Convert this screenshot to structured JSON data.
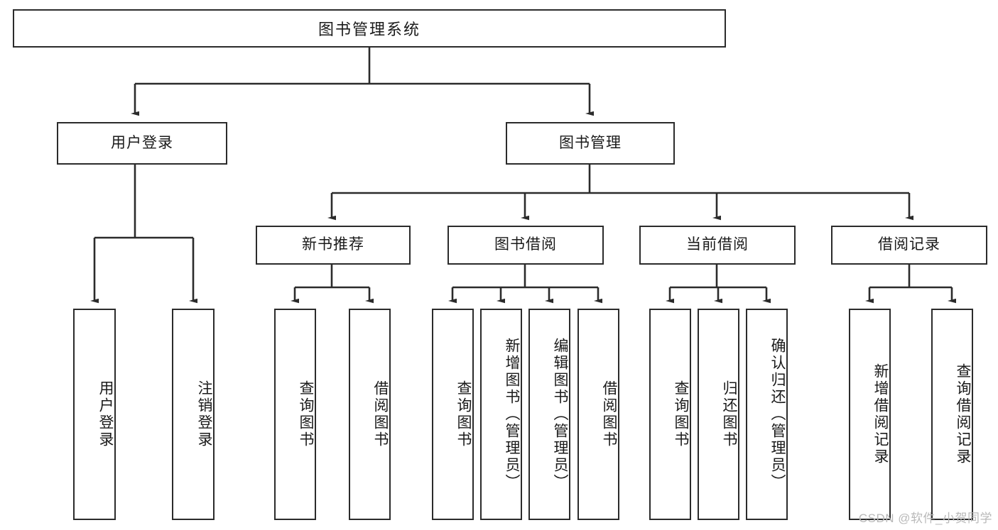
{
  "diagram": {
    "title": "图书管理系统",
    "root": {
      "label": "图书管理系统"
    },
    "level2": [
      {
        "label": "用户登录"
      },
      {
        "label": "图书管理"
      }
    ],
    "level3": [
      {
        "label": "新书推荐"
      },
      {
        "label": "图书借阅"
      },
      {
        "label": "当前借阅"
      },
      {
        "label": "借阅记录"
      }
    ],
    "leaves": {
      "user_login": [
        {
          "label": "用户登录"
        },
        {
          "label": "注销登录"
        }
      ],
      "new_book_recommend": [
        {
          "label": "查询图书"
        },
        {
          "label": "借阅图书"
        }
      ],
      "book_borrow": [
        {
          "label": "查询图书"
        },
        {
          "label": "新增图书（管理员）"
        },
        {
          "label": "编辑图书（管理员）"
        },
        {
          "label": "借阅图书"
        }
      ],
      "current_borrow": [
        {
          "label": "查询图书"
        },
        {
          "label": "归还图书"
        },
        {
          "label": "确认归还（管理员）"
        }
      ],
      "borrow_record": [
        {
          "label": "新增借阅记录"
        },
        {
          "label": "查询借阅记录"
        }
      ]
    }
  },
  "watermark": {
    "text": "CSDN @软件_小贺同学"
  },
  "colors": {
    "stroke": "#2b2b2b",
    "fill": "#ffffff",
    "text": "#1a1a1a",
    "watermark": "#b9b9b9"
  }
}
